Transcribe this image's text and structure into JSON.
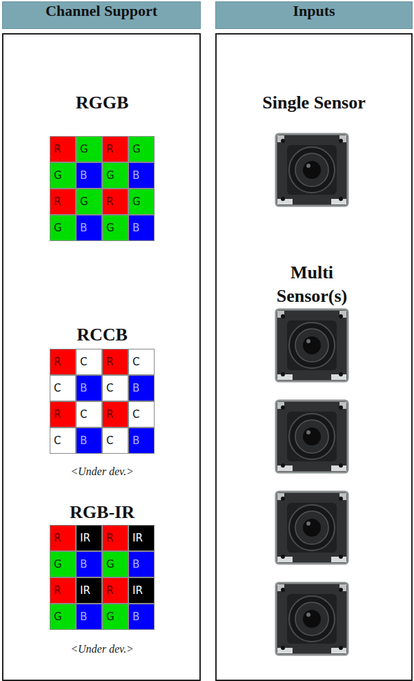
{
  "diagram": {
    "nodes": [
      {
        "text": [
          "Channel Support"
        ]
      },
      {
        "text": [
          "Inputs"
        ]
      }
    ],
    "labels": [
      "RGGB",
      "R",
      "G",
      "R",
      "G",
      "G",
      "B",
      "G",
      "B",
      "R",
      "G",
      "R",
      "G",
      "G",
      "B",
      "G",
      "B",
      "RCCB",
      "R",
      "C",
      "R",
      "C",
      "C",
      "B",
      "C",
      "B",
      "R",
      "C",
      "R",
      "C",
      "C",
      "B",
      "C",
      "B",
      "<Under dev.>",
      "RGB-IR",
      "R",
      "IR",
      "R",
      "IR",
      "G",
      "B",
      "G",
      "B",
      "R",
      "IR",
      "R",
      "IR",
      "G",
      "B",
      "G",
      "B",
      "<Under dev.>",
      "Single Sensor",
      "Multi Sensor(s)"
    ]
  }
}
